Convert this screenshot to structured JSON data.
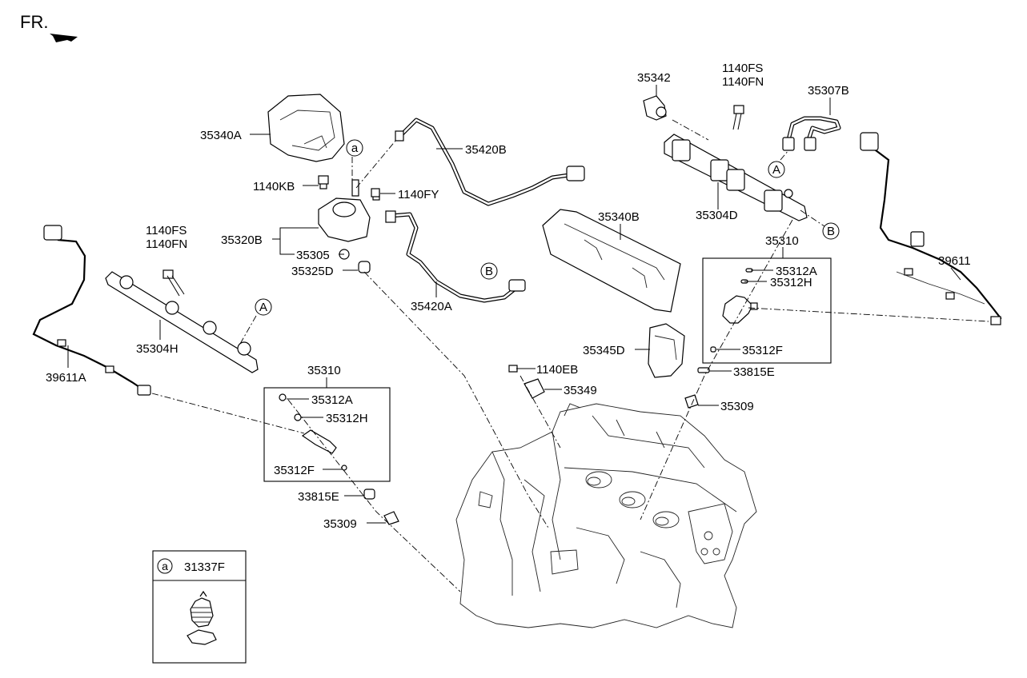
{
  "header": {
    "front_label": "FR."
  },
  "inset": {
    "circle": "a",
    "part": "31337F"
  },
  "callouts": {
    "a": "a",
    "A_left": "A",
    "A_right": "A",
    "B_left": "B",
    "B_right": "B"
  },
  "labels": {
    "p35340A": "35340A",
    "p1140KB": "1140KB",
    "p1140FY": "1140FY",
    "p35420B": "35420B",
    "p35320B": "35320B",
    "p35305": "35305",
    "p35325D": "35325D",
    "p35420A": "35420A",
    "p1140FS_l": "1140FS",
    "p1140FN_l": "1140FN",
    "p35304H": "35304H",
    "p39611A": "39611A",
    "p35310_l": "35310",
    "p35312A_l": "35312A",
    "p35312H_l": "35312H",
    "p35312F_l": "35312F",
    "p33815E_l": "33815E",
    "p35309_l": "35309",
    "p35340B": "35340B",
    "p35342": "35342",
    "p1140FS_r": "1140FS",
    "p1140FN_r": "1140FN",
    "p35307B": "35307B",
    "p35304D": "35304D",
    "p35310_r": "35310",
    "p35312A_r": "35312A",
    "p35312H_r": "35312H",
    "p35312F_r": "35312F",
    "p39611": "39611",
    "p35345D": "35345D",
    "p1140EB": "1140EB",
    "p35349": "35349",
    "p33815E_r": "33815E",
    "p35309_r": "35309"
  }
}
